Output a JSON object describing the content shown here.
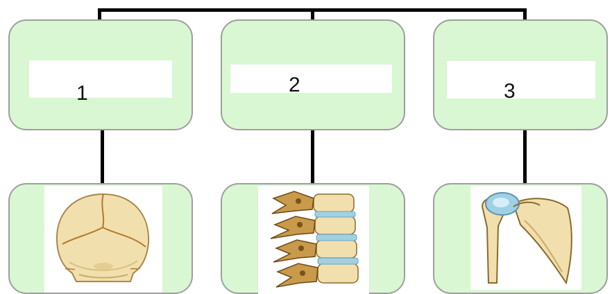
{
  "diagram": {
    "boxes": [
      {
        "label": "1",
        "image": "skull-icon"
      },
      {
        "label": "2",
        "image": "vertebral-column-icon"
      },
      {
        "label": "3",
        "image": "shoulder-joint-icon"
      }
    ]
  },
  "colors": {
    "card_fill": "#d9f7d2",
    "card_border": "#9e9e9e",
    "connector": "#000000",
    "bone": "#f2dfae",
    "cartilage": "#9fd0e4"
  }
}
